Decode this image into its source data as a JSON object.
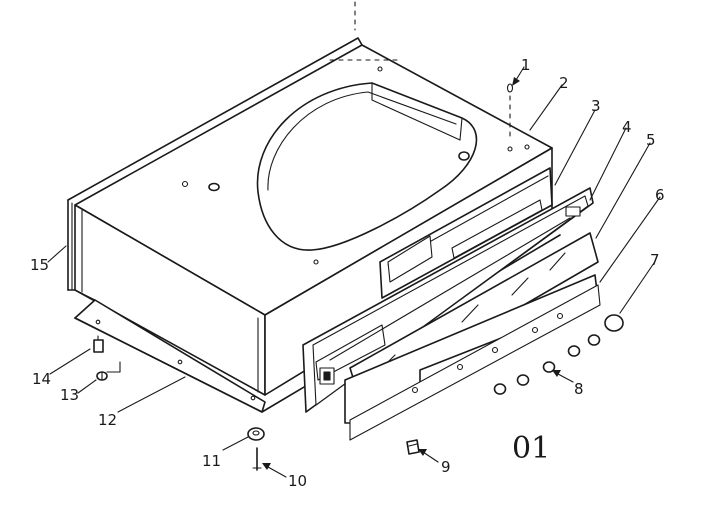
{
  "diagram": {
    "figure_code": "01",
    "callouts": [
      "1",
      "2",
      "3",
      "4",
      "5",
      "6",
      "7",
      "8",
      "9",
      "10",
      "11",
      "12",
      "13",
      "14",
      "15"
    ]
  }
}
